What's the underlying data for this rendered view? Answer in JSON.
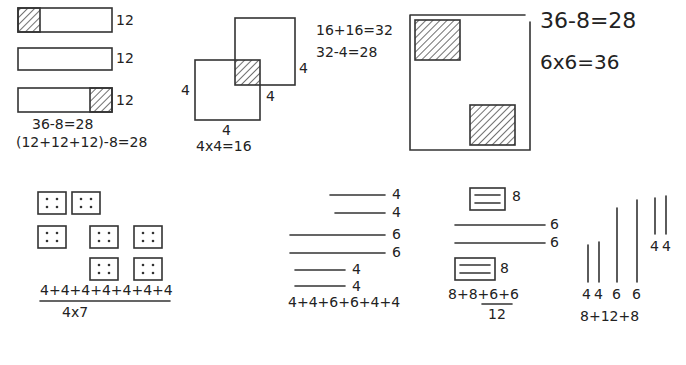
{
  "diagram": {
    "labels": [
      "12",
      "12",
      "12",
      "36-8=28",
      "(12+12+12)-8=28",
      "4",
      "16+16=32",
      "32-4=28",
      "4",
      "4",
      "4",
      "4x4=16",
      "36-8=28",
      "6x6=36",
      "4+4+4+4+4+4+4",
      "4x7",
      "4",
      "4",
      "6",
      "6",
      "4",
      "4",
      "4+4+6+6+4+4",
      "8",
      "6",
      "6",
      "8",
      "8+8+6+6",
      "12",
      "4",
      "4",
      "4",
      "4",
      "6",
      "6",
      "8+12+8"
    ]
  }
}
